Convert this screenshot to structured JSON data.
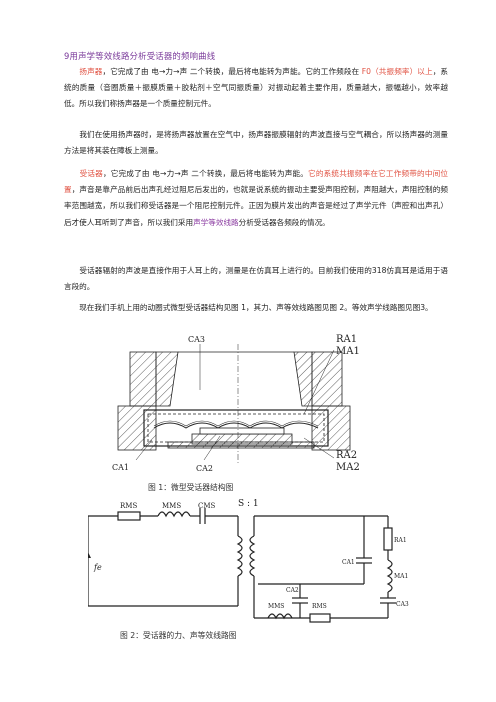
{
  "title": "9用声学等效线路分析受话器的频响曲线",
  "paragraphs": {
    "p1": {
      "lead": "扬声器",
      "mid": "，它完成了由 电→力→声 二个转换，最后将电能转为声能。它的工作频段在 ",
      "hl": "F0（共振频率）以上",
      "tail": "，系统的质量（音圈质量＋振膜质量＋胶粘剂＋空气同振质量）对振动起着主要作用，质量越大，振幅越小，效率越低。所以我们称扬声器是一个质量控制元件。"
    },
    "p2": "我们在使用扬声器时，是将扬声器放置在空气中，扬声器振膜辐射的声波直接与空气耦合，所以扬声器的测量方法是将其装在障板上测量。",
    "p3": {
      "lead": "受话器",
      "mid": "，它完成了由 电→力→声 二个转换，最后将电能转为声能。",
      "hl": "它的系统共振频率在它工作频带的中间位置",
      "tail": "，声音是靠产品前后出声孔经过阻尼后发出的，也就是说系统的振动主要受声阻控制，声阻越大，声阻控制的频率范围越宽，所以我们称受话器是一个阻尼控制元件。正因为膜片发出的声音是经过了声学元件（声腔和出声孔）后才使人耳听到了声音，所以我们采用",
      "hl2": "声学等效线路",
      "tail2": "分析受话器各频段的情况。"
    },
    "p4": "受话器辐射的声波是直接作用于人耳上的，测量是在仿真耳上进行的。目前我们使用的318仿真耳是适用于语言段的。",
    "p5": "现在我们手机上用的动圈式微型受话器结构见图 1，其力、声等效线路图见图 2。等效声学线路图见图3。"
  },
  "figure1": {
    "caption": "图 1：微型受话器结构图",
    "labels": {
      "ca3": "CA3",
      "ra1": "RA1",
      "ma1": "MA1",
      "ra2": "RA2",
      "ma2": "MA2",
      "ca1": "CA1",
      "ca2": "CA2"
    }
  },
  "figure2": {
    "caption": "图 2：受话器的力、声等效线路图",
    "labels": {
      "rms_top": "RMS",
      "mms_top": "MMS",
      "cms": "CMS",
      "ratio": "S : 1",
      "fe": "fe",
      "ra1": "RA1",
      "ca1": "CA1",
      "ma1": "MA1",
      "ca2": "CA2",
      "ca3": "CA3",
      "mms_bot": "MMS",
      "rms_bot": "RMS"
    }
  }
}
